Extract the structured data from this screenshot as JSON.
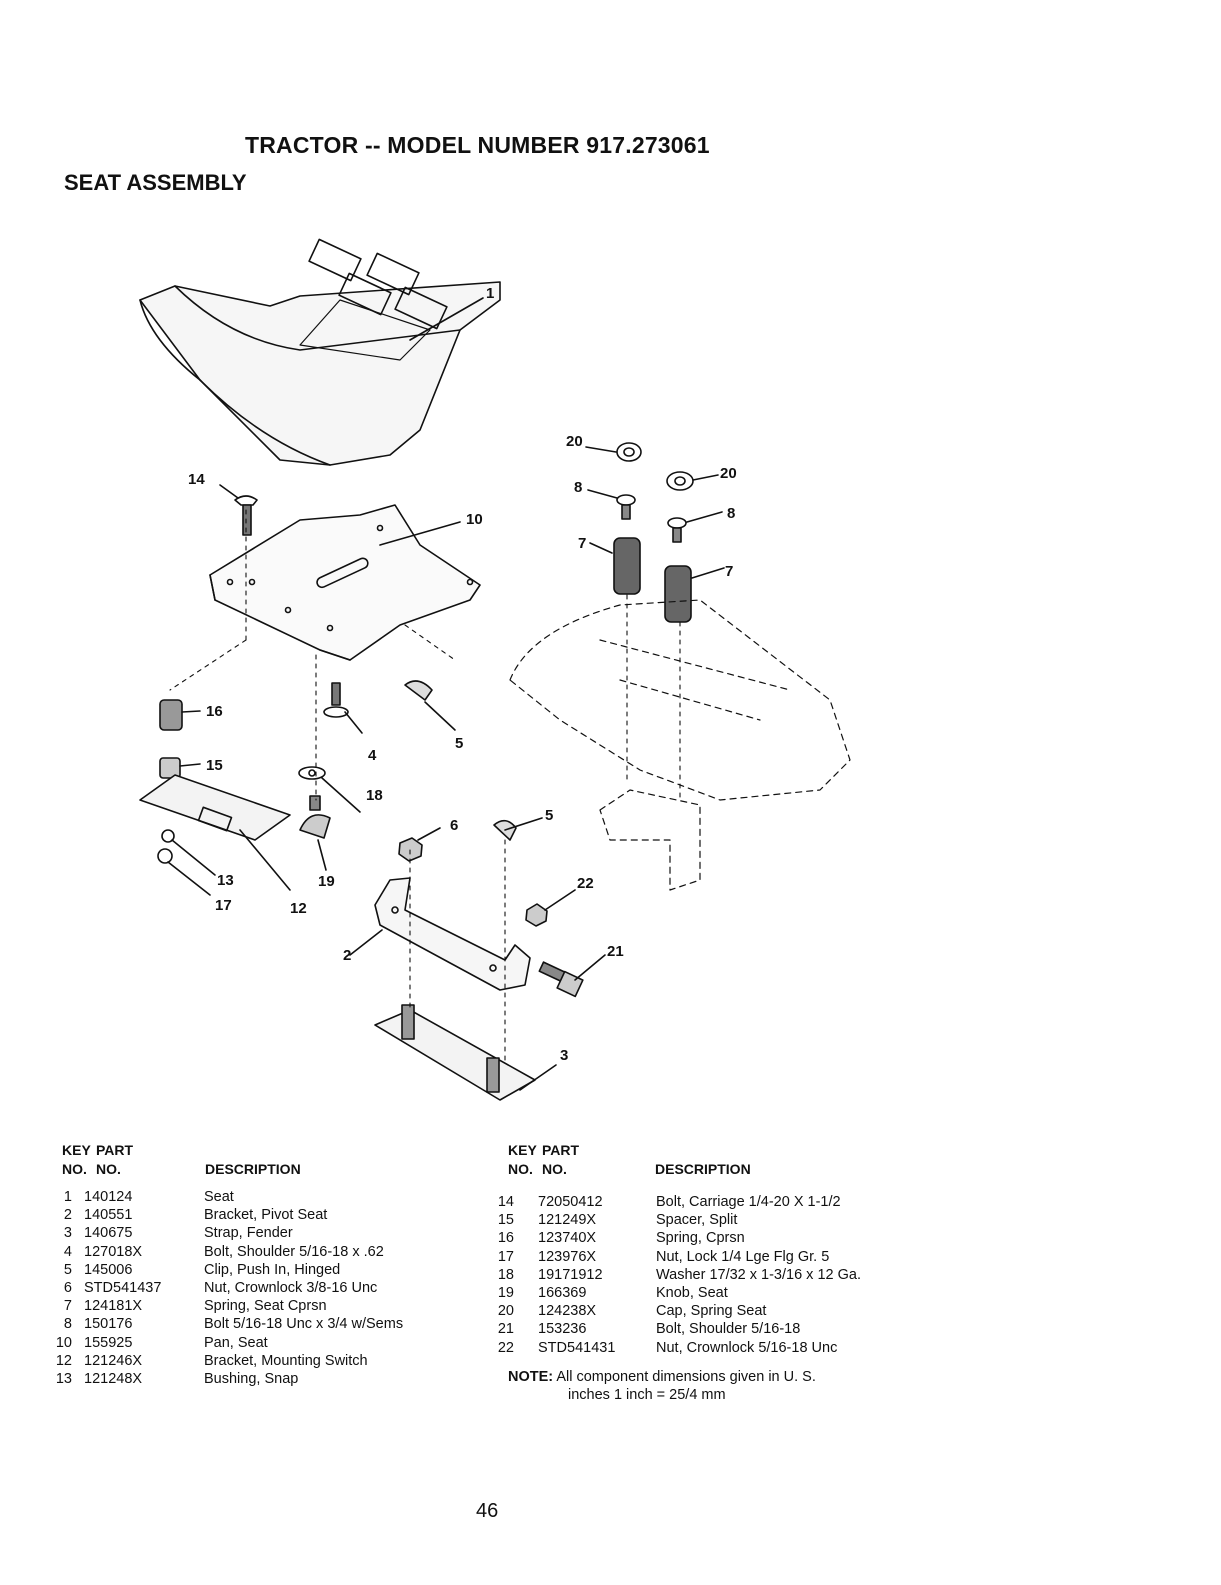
{
  "header": {
    "title": "TRACTOR -- MODEL NUMBER 917.273061",
    "subtitle": "SEAT ASSEMBLY"
  },
  "diagram": {
    "callouts": [
      "1",
      "2",
      "3",
      "4",
      "5",
      "5",
      "6",
      "7",
      "7",
      "8",
      "8",
      "10",
      "12",
      "13",
      "14",
      "15",
      "16",
      "17",
      "18",
      "19",
      "20",
      "20",
      "21",
      "22"
    ]
  },
  "table": {
    "headers": {
      "key_top": "KEY",
      "part_top": "PART",
      "key_no": "NO.",
      "part_no": "NO.",
      "description": "DESCRIPTION"
    },
    "left_rows": [
      {
        "key": "1",
        "part": "140124",
        "desc": "Seat"
      },
      {
        "key": "2",
        "part": "140551",
        "desc": "Bracket, Pivot Seat"
      },
      {
        "key": "3",
        "part": "140675",
        "desc": "Strap, Fender"
      },
      {
        "key": "4",
        "part": "127018X",
        "desc": "Bolt, Shoulder  5/16-18 x .62"
      },
      {
        "key": "5",
        "part": "145006",
        "desc": "Clip, Push In, Hinged"
      },
      {
        "key": "6",
        "part": "STD541437",
        "desc": "Nut, Crownlock  3/8-16 Unc"
      },
      {
        "key": "7",
        "part": "124181X",
        "desc": "Spring, Seat Cprsn"
      },
      {
        "key": "8",
        "part": "150176",
        "desc": "Bolt  5/16-18 Unc x 3/4 w/Sems"
      },
      {
        "key": "10",
        "part": "155925",
        "desc": "Pan, Seat"
      },
      {
        "key": "12",
        "part": "121246X",
        "desc": "Bracket, Mounting Switch"
      },
      {
        "key": "13",
        "part": "121248X",
        "desc": "Bushing, Snap"
      }
    ],
    "right_rows": [
      {
        "key": "14",
        "part": "72050412",
        "desc": "Bolt, Carriage  1/4-20 X 1-1/2"
      },
      {
        "key": "15",
        "part": "121249X",
        "desc": "Spacer, Split"
      },
      {
        "key": "16",
        "part": "123740X",
        "desc": "Spring, Cprsn"
      },
      {
        "key": "17",
        "part": "123976X",
        "desc": "Nut, Lock  1/4 Lge Flg Gr. 5"
      },
      {
        "key": "18",
        "part": "19171912",
        "desc": "Washer  17/32 x 1-3/16 x 12 Ga."
      },
      {
        "key": "19",
        "part": "166369",
        "desc": "Knob, Seat"
      },
      {
        "key": "20",
        "part": "124238X",
        "desc": "Cap, Spring Seat"
      },
      {
        "key": "21",
        "part": "153236",
        "desc": "Bolt, Shoulder  5/16-18"
      },
      {
        "key": "22",
        "part": "STD541431",
        "desc": "Nut, Crownlock  5/16-18 Unc"
      }
    ]
  },
  "note": {
    "label": "NOTE:",
    "line1": "All component dimensions given in U. S.",
    "line2": "inches 1 inch = 25/4 mm"
  },
  "page_number": "46"
}
